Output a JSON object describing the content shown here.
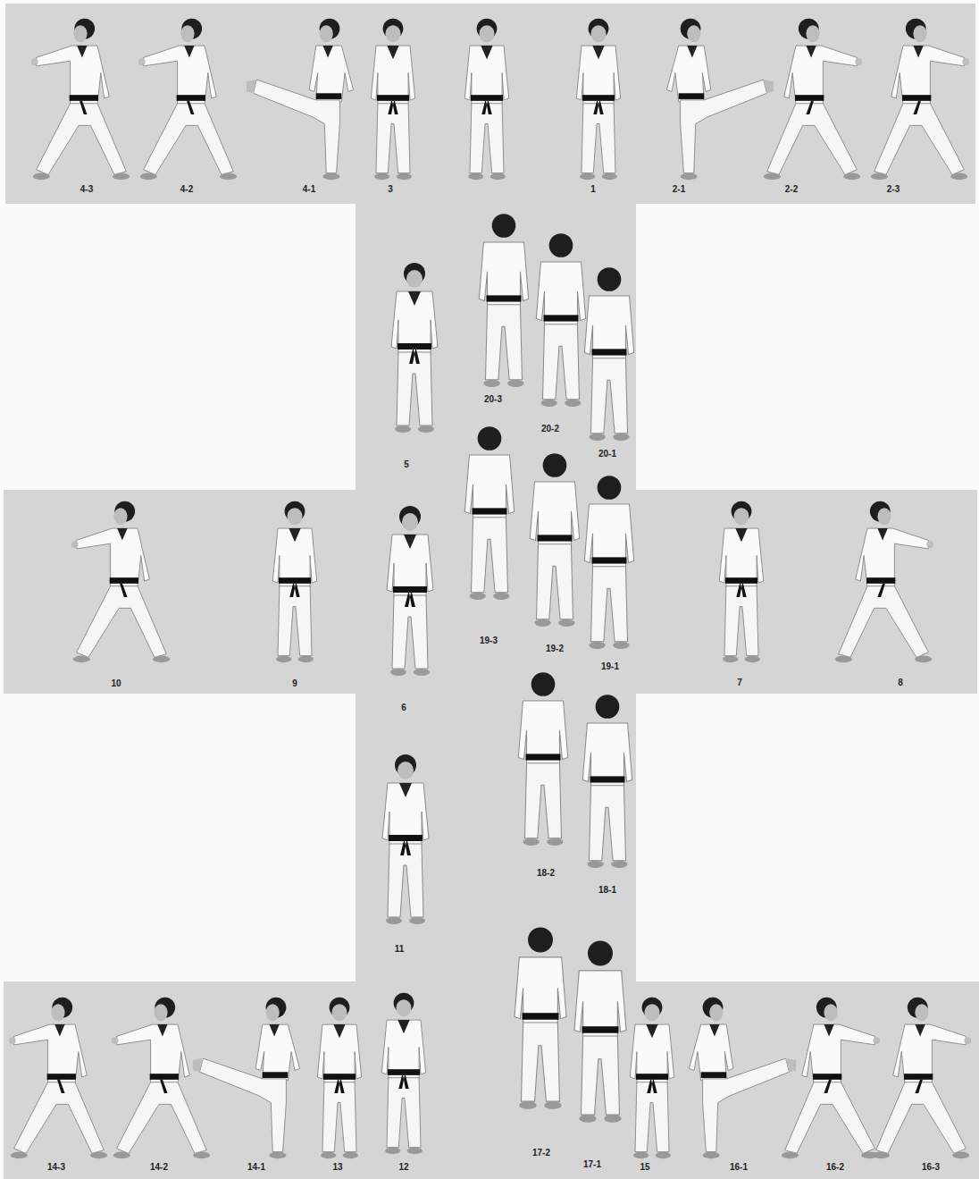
{
  "diagram": {
    "labels": [
      "4-3",
      "4-2",
      "4-1",
      "3",
      "1",
      "2-1",
      "2-2",
      "2-3",
      "20-3",
      "20-2",
      "20-1",
      "5",
      "10",
      "9",
      "19-3",
      "19-2",
      "19-1",
      "7",
      "8",
      "6",
      "18-2",
      "18-1",
      "11",
      "17-2",
      "17-1",
      "14-3",
      "14-2",
      "14-1",
      "13",
      "12",
      "15",
      "16-1",
      "16-2",
      "16-3"
    ]
  }
}
